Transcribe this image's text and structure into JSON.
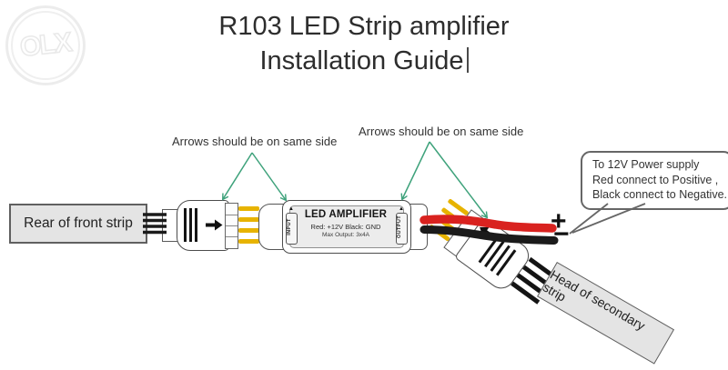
{
  "watermark": {
    "text": "OLX"
  },
  "title": {
    "line1": "R103 LED Strip amplifier",
    "line2": "Installation Guide"
  },
  "notes": {
    "left": "Arrows should be on same side",
    "right": "Arrows should be on same side"
  },
  "front_strip": {
    "label": "Rear of front strip"
  },
  "secondary_strip": {
    "label": "Head of secondary strip"
  },
  "amplifier": {
    "title": "LED AMPLIFIER",
    "wiring": "Red: +12V  Black: GND",
    "max_output": "Max Output: 3x4A",
    "input": "INPUT",
    "output": "OUTPUT",
    "input_arrow": "▲",
    "output_arrow": "▲"
  },
  "power_callout": {
    "line1": "To 12V Power supply",
    "line2": "Red connect to Positive ,",
    "line3": "Black connect to Negative.",
    "plus": "+",
    "minus": "−"
  },
  "colors": {
    "wire_red": "#d9221f",
    "wire_black": "#1b1b1b",
    "pin_yellow": "#e7b300",
    "annotation_green": "#3ea27b",
    "box_gray": "#e4e4e4"
  }
}
